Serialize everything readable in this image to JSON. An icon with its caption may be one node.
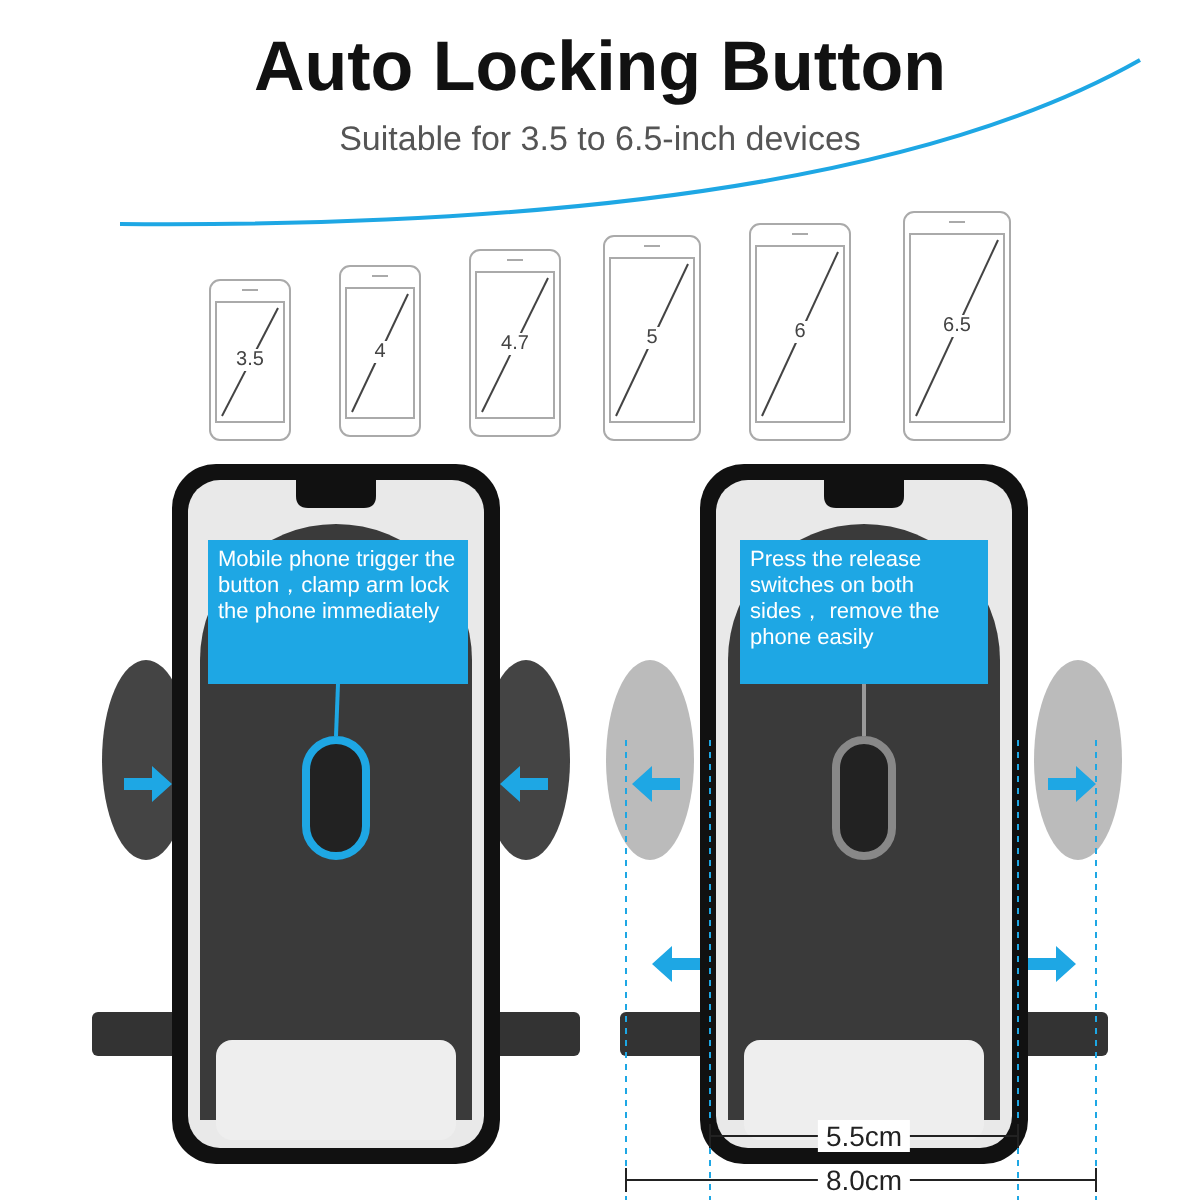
{
  "diagram": {
    "title": "Auto Locking Button",
    "nodes": [
      {
        "text": [
          "Mobile phone trigger the button，clamp arm lock the phone immediately"
        ]
      },
      {
        "text": [],
        "shape": "box"
      },
      {
        "text": [
          "Press the release switches on both sides， remove the phone easily"
        ]
      },
      {
        "text": [],
        "shape": "box"
      }
    ],
    "edges": [
      {
        "from": 0,
        "to": 1,
        "arrow": "none",
        "color": "#1ea7e4"
      },
      {
        "from": 2,
        "to": 3,
        "arrow": "none",
        "color": "#999999"
      }
    ],
    "labels": [
      "Suitable for 3.5 to 6.5-inch devices",
      "3.5",
      "4",
      "4.7",
      "5",
      "6",
      "6.5",
      "5.5cm",
      "8.0cm"
    ]
  }
}
